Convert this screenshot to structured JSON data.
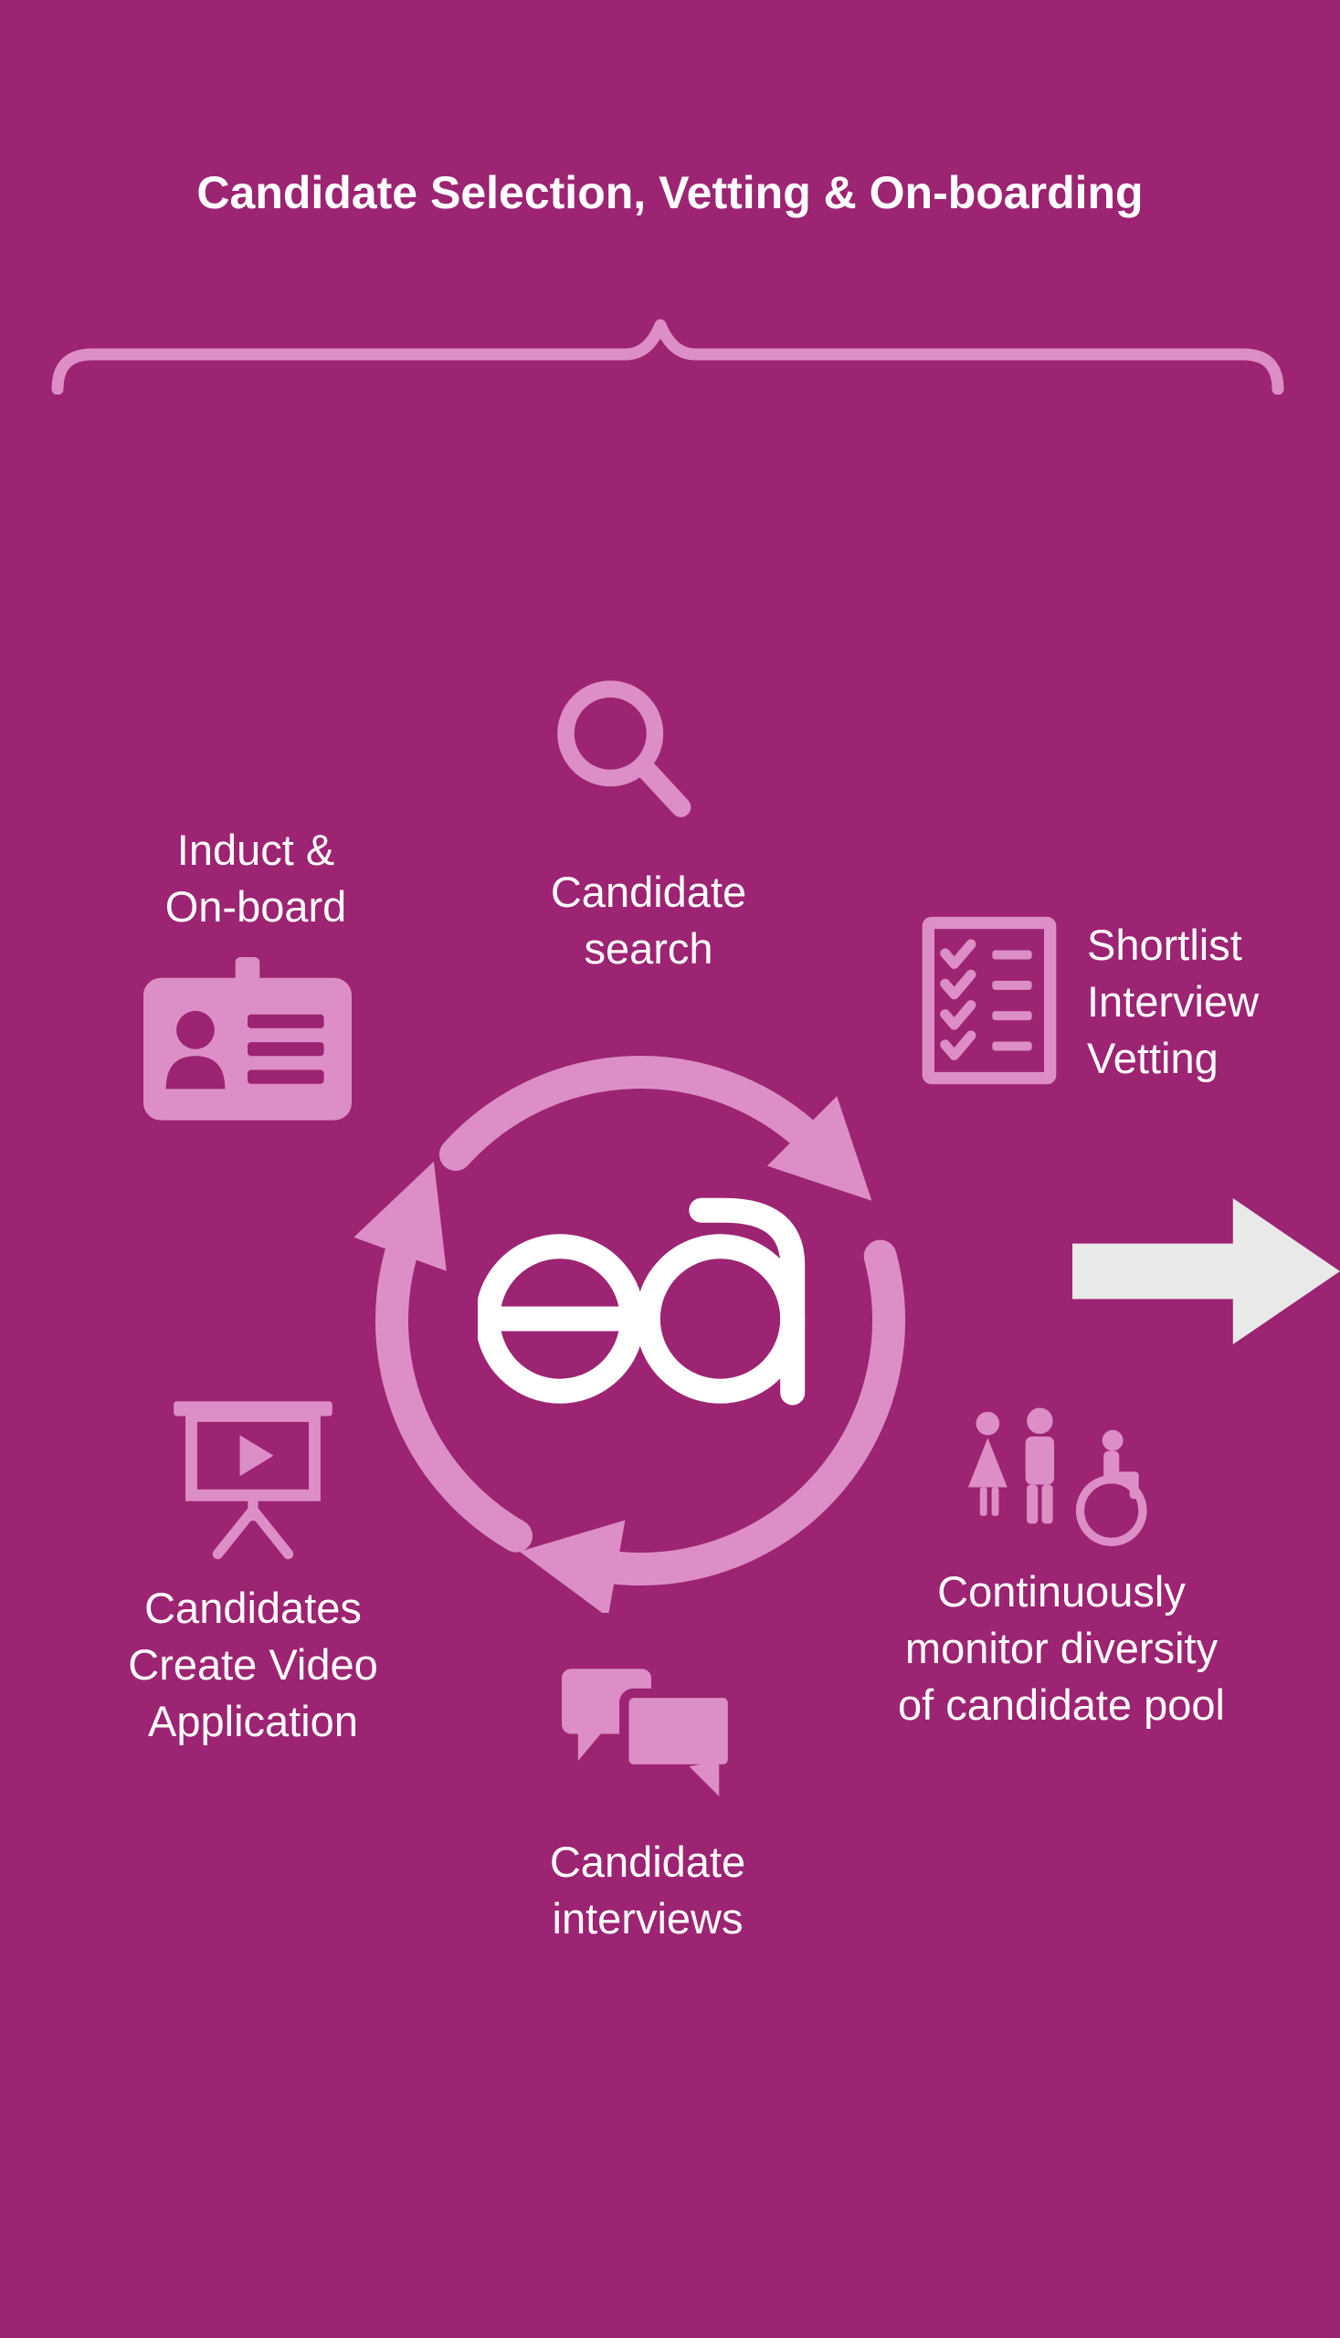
{
  "title": "Candidate Selection, Vetting & On-boarding",
  "logo": {
    "text": "ea"
  },
  "colors": {
    "background": "#9C2472",
    "accent": "#DD8EC6",
    "text": "#FFFFFF",
    "arrow": "#E9E9E9"
  },
  "bracket": {
    "shape": "top-brace-with-center-tick"
  },
  "cycle": {
    "direction": "clockwise",
    "arc_count": 3
  },
  "stages": [
    {
      "key": "induct-onboard",
      "label": "Induct &\nOn-board",
      "icon": "id-badge-icon"
    },
    {
      "key": "candidate-search",
      "label": "Candidate\nsearch",
      "icon": "magnifier-icon"
    },
    {
      "key": "shortlist-interview-vetting",
      "label": "Shortlist\nInterview\nVetting",
      "icon": "checklist-icon"
    },
    {
      "key": "monitor-diversity",
      "label": "Continuously\nmonitor diversity\nof candidate pool",
      "icon": "people-diversity-icon"
    },
    {
      "key": "candidate-interviews",
      "label": "Candidate\ninterviews",
      "icon": "speech-bubbles-icon"
    },
    {
      "key": "video-application",
      "label": "Candidates\nCreate Video\nApplication",
      "icon": "presentation-video-icon"
    }
  ]
}
